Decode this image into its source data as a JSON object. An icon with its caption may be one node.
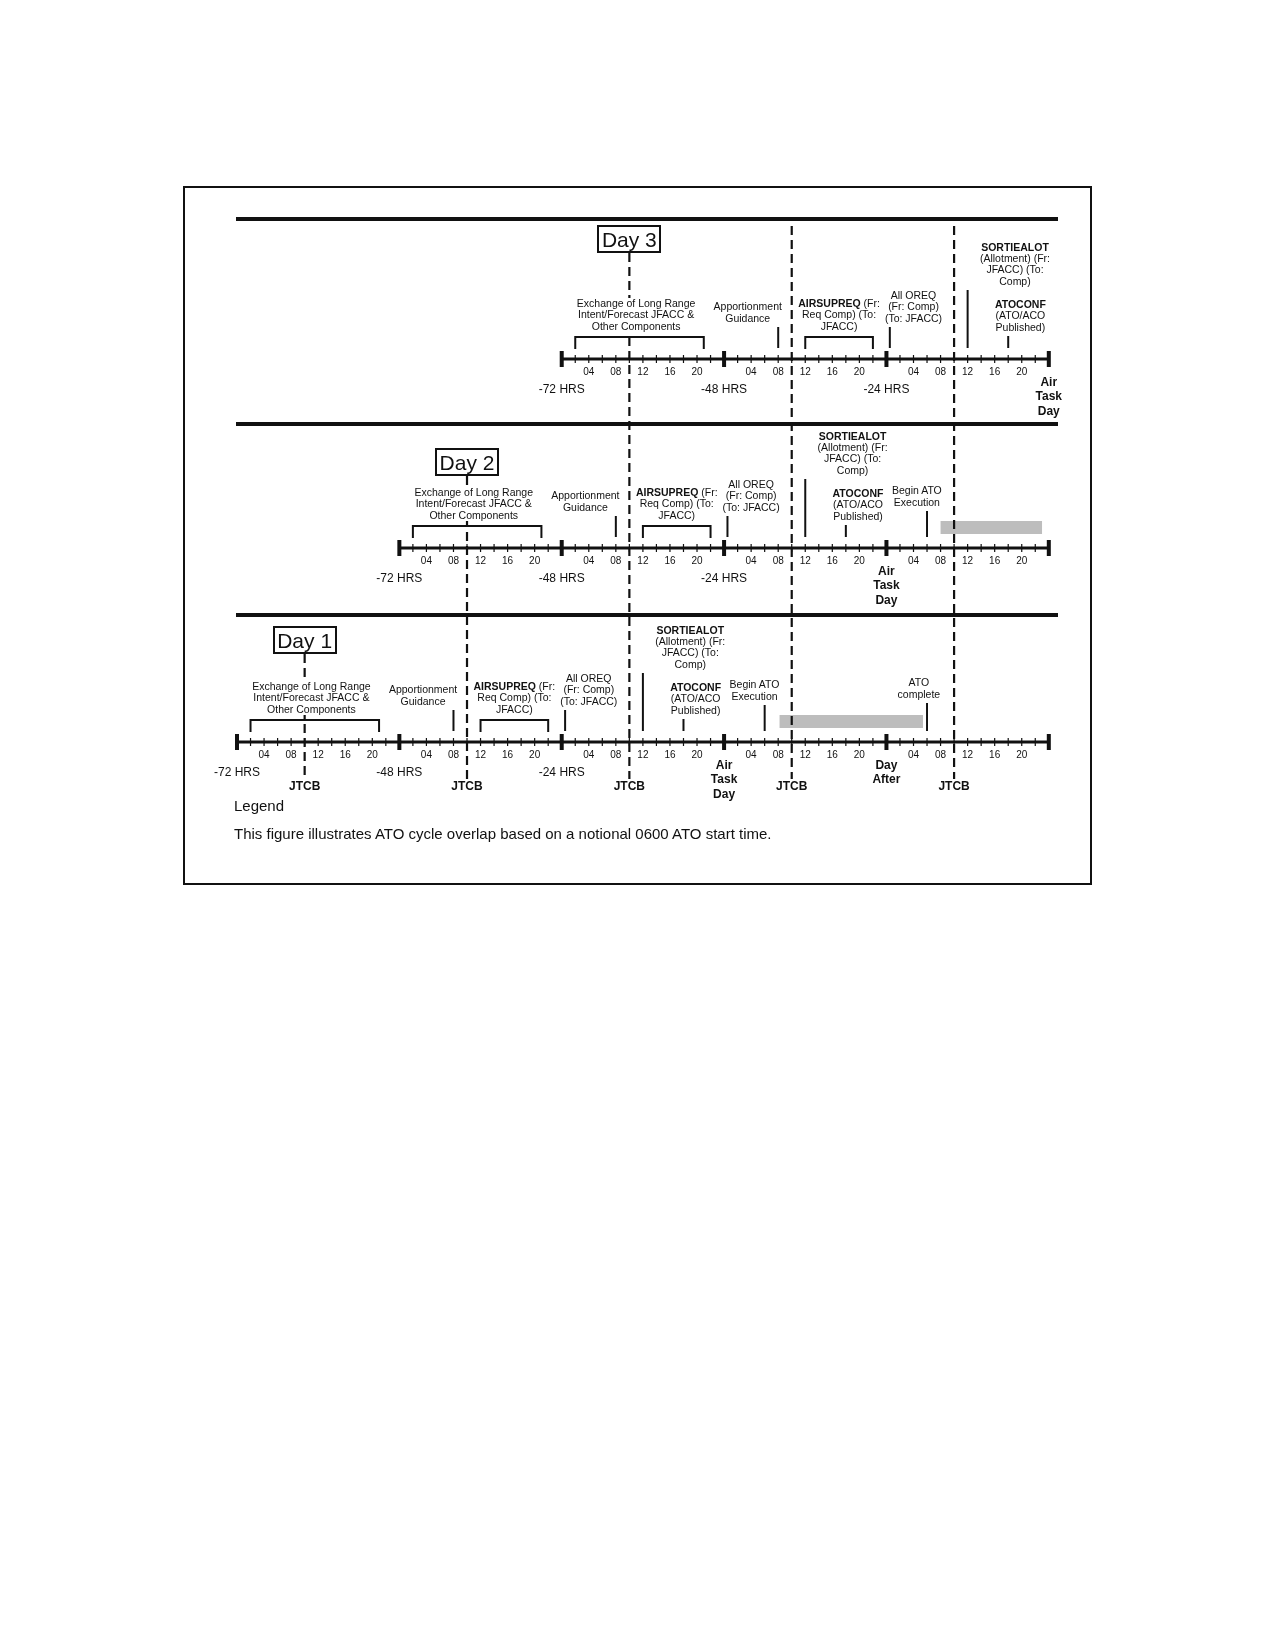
{
  "diagram": {
    "caption": "This figure illustrates ATO cycle overlap based on a notional 0600 ATO start time.",
    "nodes": [
      {
        "text": [
          "Day 3"
        ]
      },
      {
        "text": [
          "Apportionment Guidance"
        ]
      },
      {
        "text": [
          "All OREQ (Fr: Comp) (To: JFACC)"
        ]
      },
      {
        "text": [
          "**SORTIEALOT** (Allotment) (Fr: JFACC) (To: Comp)"
        ]
      },
      {
        "text": [
          "**ATOCONF** (ATO/ACO Published)"
        ]
      },
      {
        "text": [
          "Day 2"
        ]
      },
      {
        "text": [
          "Apportionment Guidance"
        ]
      },
      {
        "text": [
          "All OREQ (Fr: Comp) (To: JFACC)"
        ]
      },
      {
        "text": [
          "**SORTIEALOT** (Allotment) (Fr: JFACC) (To: Comp)"
        ]
      },
      {
        "text": [
          "**ATOCONF** (ATO/ACO Published)"
        ]
      },
      {
        "text": [
          "Begin ATO Execution"
        ]
      },
      {
        "text": [
          "Day 1"
        ]
      },
      {
        "text": [
          "Apportionment Guidance"
        ]
      },
      {
        "text": [
          "All OREQ (Fr: Comp) (To: JFACC)"
        ]
      },
      {
        "text": [
          "**SORTIEALOT** (Allotment) (Fr: JFACC) (To: Comp)"
        ]
      },
      {
        "text": [
          "**ATOCONF** (ATO/ACO Published)"
        ]
      },
      {
        "text": [
          "Begin ATO Execution"
        ]
      },
      {
        "text": [
          "ATO complete"
        ]
      },
      {
        "text": [
          "JTCB"
        ]
      },
      {
        "text": [
          "JTCB"
        ]
      },
      {
        "text": [
          "JTCB"
        ]
      },
      {
        "text": [
          "JTCB"
        ]
      },
      {
        "text": [
          "JTCB"
        ]
      }
    ],
    "edges": [
      {
        "from": 1,
        "to": null,
        "arrow": "none"
      },
      {
        "from": 2,
        "to": null,
        "arrow": "none"
      },
      {
        "from": 3,
        "to": null,
        "arrow": "none"
      },
      {
        "from": 4,
        "to": null,
        "arrow": "none"
      },
      {
        "from": 6,
        "to": null,
        "arrow": "none"
      },
      {
        "from": 7,
        "to": null,
        "arrow": "none"
      },
      {
        "from": 8,
        "to": null,
        "arrow": "none"
      },
      {
        "from": 9,
        "to": null,
        "arrow": "none"
      },
      {
        "from": 10,
        "to": null,
        "arrow": "none"
      },
      {
        "from": 12,
        "to": null,
        "arrow": "none"
      },
      {
        "from": 13,
        "to": null,
        "arrow": "none"
      },
      {
        "from": 14,
        "to": null,
        "arrow": "none"
      },
      {
        "from": 15,
        "to": null,
        "arrow": "none"
      },
      {
        "from": 16,
        "to": null,
        "arrow": "none"
      },
      {
        "from": 17,
        "to": null,
        "arrow": "none"
      },
      {
        "from": 11,
        "to": 18,
        "arrow": "none",
        "style": "dashed"
      },
      {
        "from": 5,
        "to": 19,
        "arrow": "none",
        "style": "dashed"
      },
      {
        "from": 0,
        "to": 20,
        "arrow": "none",
        "style": "dashed"
      },
      {
        "from": null,
        "to": 21,
        "arrow": "none",
        "style": "dashed"
      },
      {
        "from": null,
        "to": 22,
        "arrow": "none",
        "style": "dashed"
      }
    ],
    "labels": [
      "Exchange of Long Range Intent/Forecast JFACC & Other Components",
      "**AIRSUPREQ** (Fr: Req Comp) (To: JFACC)",
      "04",
      "08",
      "12",
      "16",
      "20",
      "04",
      "08",
      "12",
      "16",
      "20",
      "04",
      "08",
      "12",
      "16",
      "20",
      "-72 HRS",
      "-48 HRS",
      "-24 HRS",
      "Air Task Day",
      "Exchange of Long Range Intent/Forecast JFACC & Other Components",
      "**AIRSUPREQ** (Fr: Req Comp) (To: JFACC)",
      "04",
      "08",
      "12",
      "16",
      "20",
      "04",
      "08",
      "12",
      "16",
      "20",
      "04",
      "08",
      "12",
      "16",
      "20",
      "04",
      "08",
      "12",
      "16",
      "20",
      "-72 HRS",
      "-48 HRS",
      "-24 HRS",
      "Air Task Day",
      "Exchange of Long Range Intent/Forecast JFACC & Other Components",
      "**AIRSUPREQ** (Fr: Req Comp) (To: JFACC)",
      "04",
      "08",
      "12",
      "16",
      "20",
      "04",
      "08",
      "12",
      "16",
      "20",
      "04",
      "08",
      "12",
      "16",
      "20",
      "04",
      "08",
      "12",
      "16",
      "20",
      "04",
      "08",
      "12",
      "16",
      "20",
      "-72 HRS",
      "-48 HRS",
      "-24 HRS",
      "Air Task Day",
      "Day After",
      "Legend"
    ]
  }
}
